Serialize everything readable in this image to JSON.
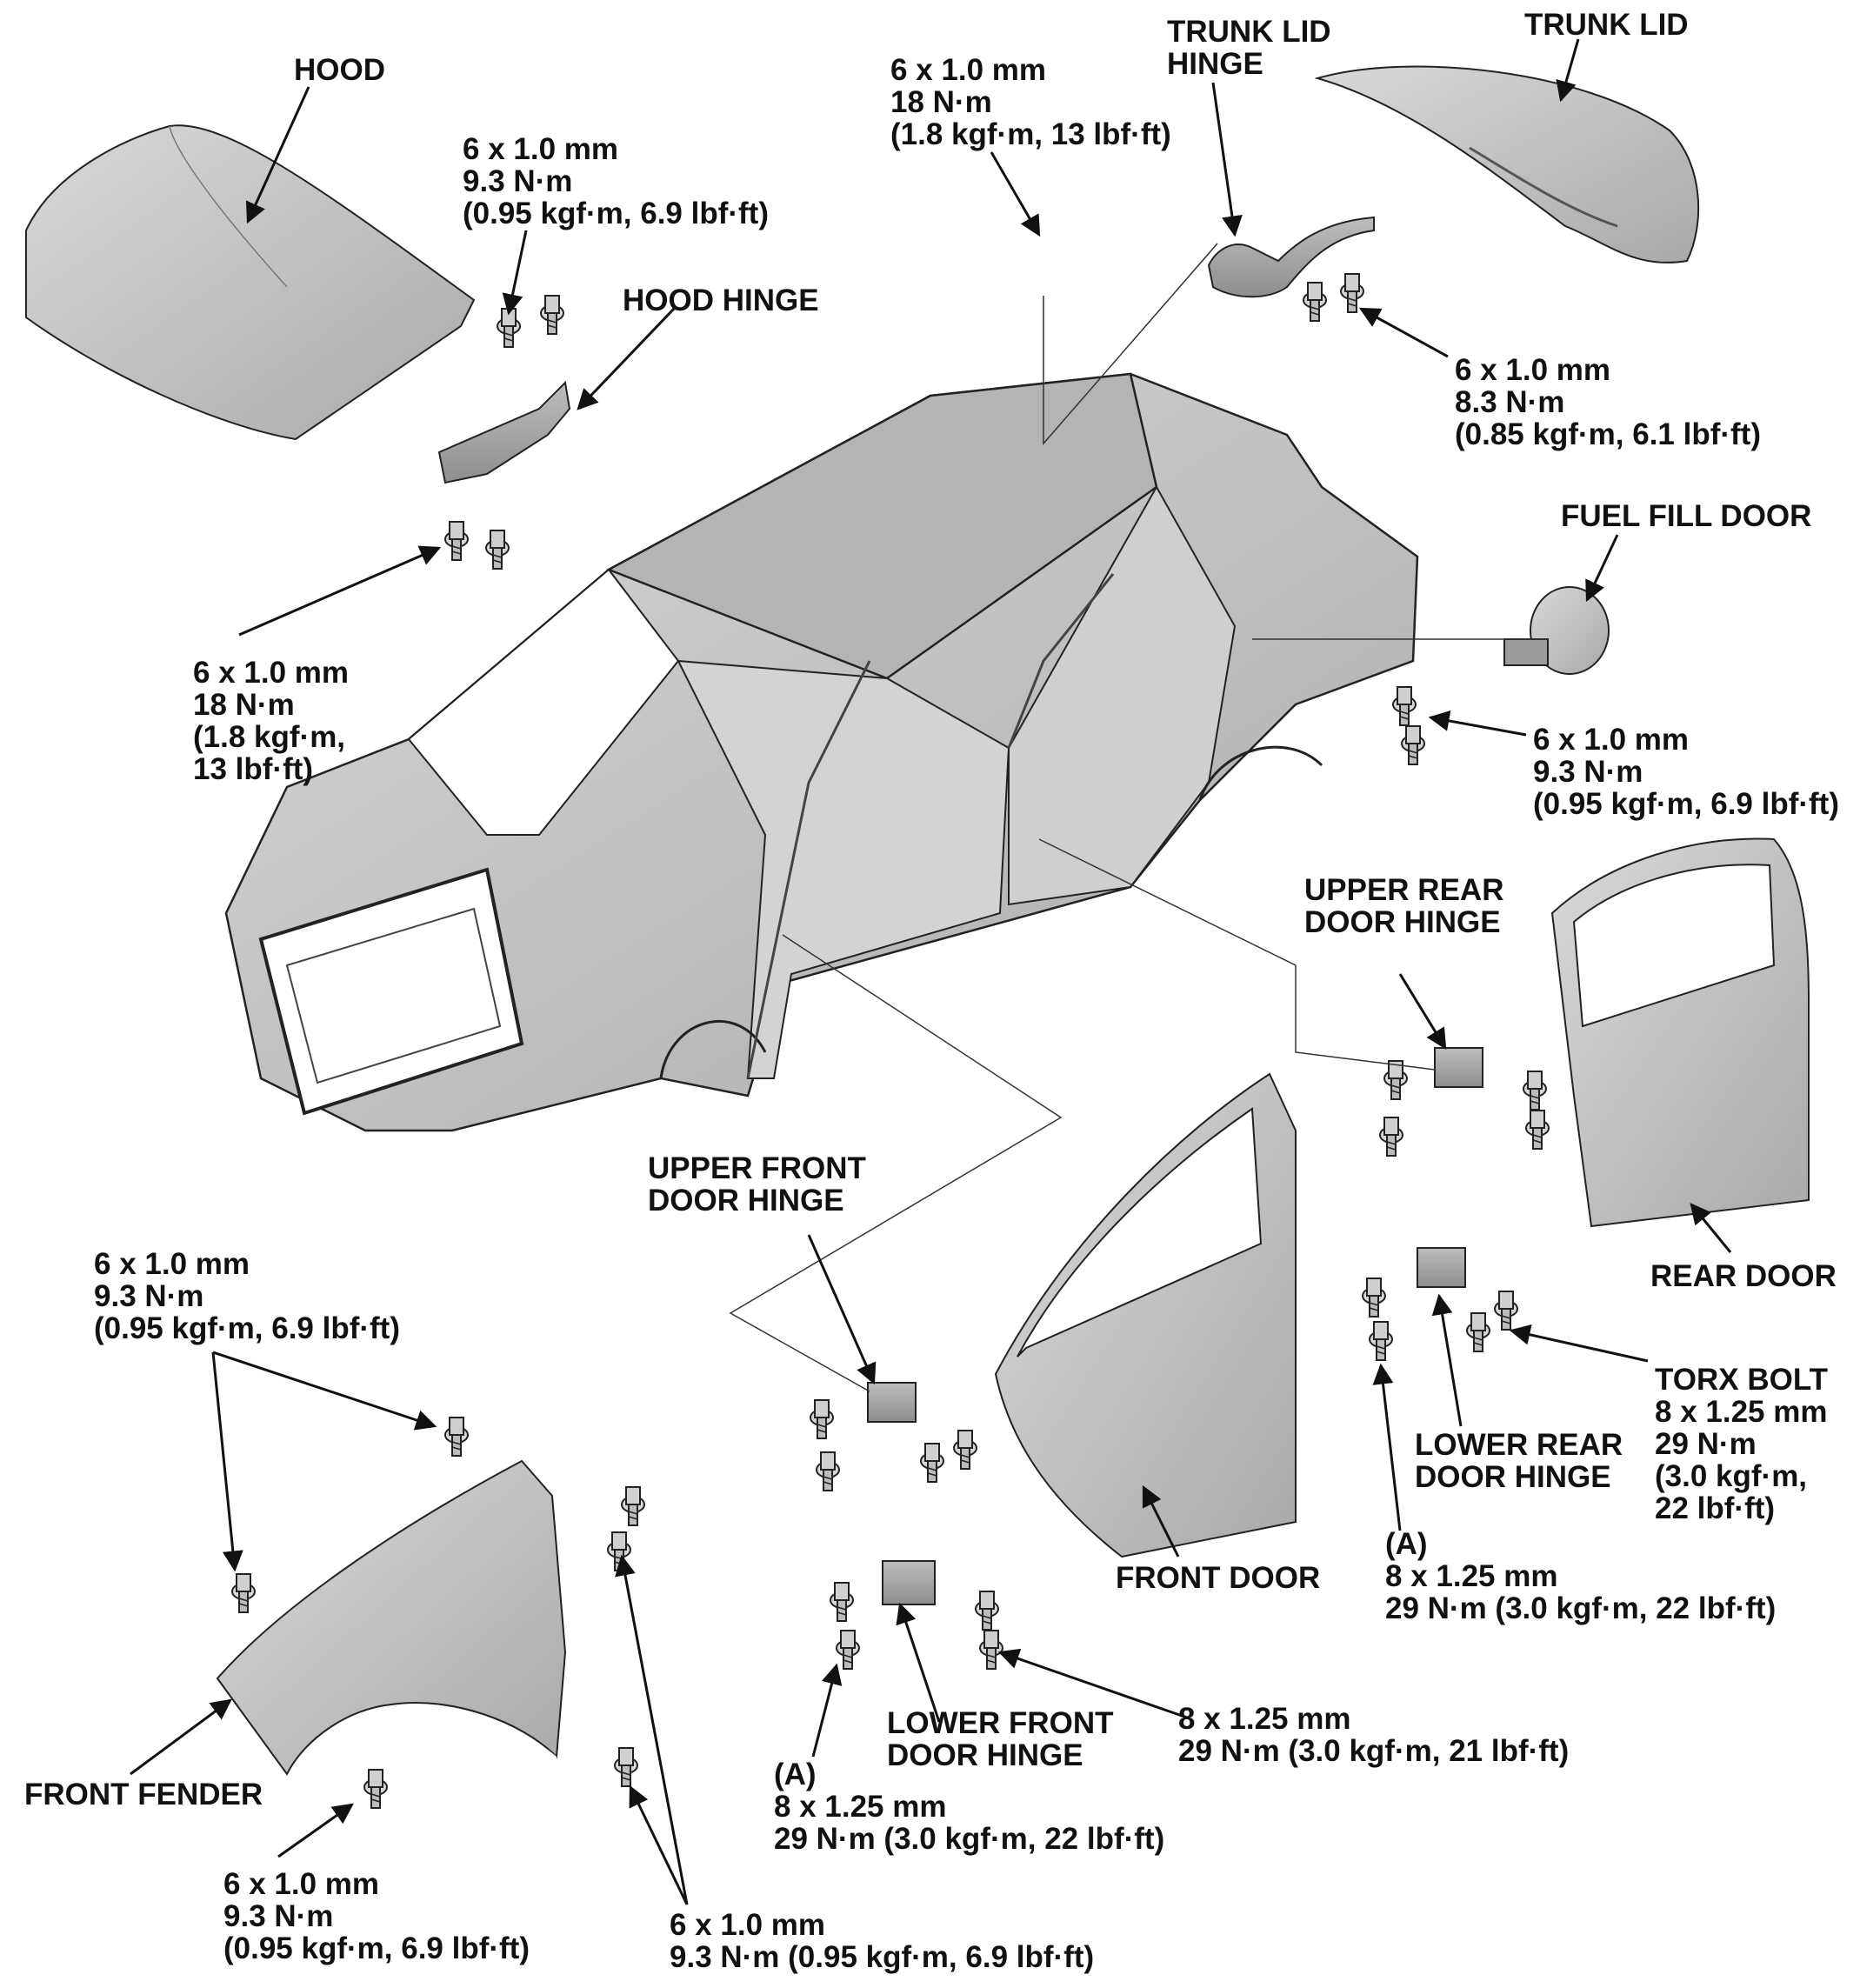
{
  "labels": {
    "hood": [
      "HOOD"
    ],
    "hood_spec": [
      "6 x 1.0 mm",
      "9.3 N·m",
      "(0.95 kgf·m, 6.9 lbf·ft)"
    ],
    "hood_hinge": [
      "HOOD HINGE"
    ],
    "hinge_lower_spec": [
      "6 x 1.0 mm",
      "18 N·m",
      "(1.8 kgf·m,",
      "13 lbf·ft)"
    ],
    "roof_spec": [
      "6 x 1.0 mm",
      "18 N·m",
      "(1.8 kgf·m, 13 lbf·ft)"
    ],
    "trunk_lid_hinge": [
      "TRUNK LID",
      "HINGE"
    ],
    "trunk_lid": [
      "TRUNK LID"
    ],
    "trunk_spec": [
      "6 x 1.0 mm",
      "8.3 N·m",
      "(0.85 kgf·m, 6.1 lbf·ft)"
    ],
    "fuel_fill_door": [
      "FUEL FILL DOOR"
    ],
    "fuel_spec": [
      "6 x 1.0 mm",
      "9.3 N·m",
      "(0.95 kgf·m, 6.9 lbf·ft)"
    ],
    "upper_rear_door_hinge": [
      "UPPER REAR",
      "DOOR HINGE"
    ],
    "rear_door": [
      "REAR DOOR"
    ],
    "torx_bolt": [
      "TORX BOLT",
      "8 x 1.25 mm",
      "29 N·m",
      "(3.0 kgf·m,",
      "22 lbf·ft)"
    ],
    "lower_rear_door_hinge": [
      "LOWER REAR",
      "DOOR HINGE"
    ],
    "a_rear_spec": [
      "(A)",
      "8 x 1.25 mm",
      "29 N·m (3.0 kgf·m, 22 lbf·ft)"
    ],
    "upper_front_door_hinge": [
      "UPPER FRONT",
      "DOOR HINGE"
    ],
    "front_door": [
      "FRONT DOOR"
    ],
    "fender_top_spec": [
      "6 x 1.0 mm",
      "9.3 N·m",
      "(0.95 kgf·m, 6.9 lbf·ft)"
    ],
    "front_fender": [
      "FRONT FENDER"
    ],
    "fender_bottom_spec": [
      "6 x 1.0 mm",
      "9.3 N·m",
      "(0.95 kgf·m, 6.9 lbf·ft)"
    ],
    "fender_right_spec": [
      "6 x 1.0 mm",
      "9.3 N·m (0.95 kgf·m, 6.9 lbf·ft)"
    ],
    "lower_front_door_hinge": [
      "LOWER FRONT",
      "DOOR HINGE"
    ],
    "lower_front_spec": [
      "8 x 1.25 mm",
      "29 N·m (3.0 kgf·m, 21 lbf·ft)"
    ],
    "a_front_spec": [
      "(A)",
      "8 x 1.25 mm",
      "29 N·m (3.0 kgf·m, 22 lbf·ft)"
    ]
  },
  "colors": {
    "panel_fill": "#c8c8c8",
    "panel_shade": "#9a9a9a",
    "line": "#111111",
    "background": "#ffffff"
  }
}
